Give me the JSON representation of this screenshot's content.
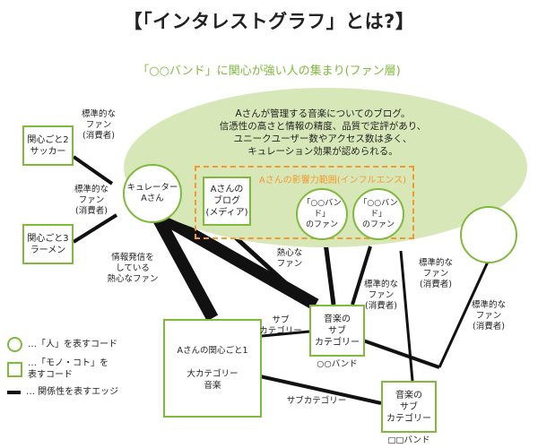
{
  "title": "【「インタレストグラフ」とは?】",
  "subtitle": "「○○バンド」に関心が強い人の集まり(ファン層)",
  "description": "Aさんが管理する音楽についてのブログ。\n信憑性の高さと情報の精度、品質で定評があり、\nユニークユーザー数やアクセス数は多く、\nキュレーション効果が認められる。",
  "influence_label": "Aさんの影響力範囲(インフルエンス)",
  "nodes": {
    "interest2": "関心ごと2\nサッカー",
    "interest3": "関心ごと3\nラーメン",
    "curator": "キュレーター\nAさん",
    "blog": "Aさんの\nブログ\n(メディア)",
    "fan1": "「○○バンド」\nのファン",
    "fan2": "「○○バンド」\nのファン",
    "main_interest": "Aさんの関心ごと1\n\n大カテゴリー\n音楽",
    "sub1": "音楽の\nサブ\nカテゴリー",
    "sub2": "音楽の\nサブ\nカテゴリー"
  },
  "labels": {
    "std_fan_1": "標準的な\nファン\n(消費者)",
    "std_fan_2": "標準的な\nファン\n(消費者)",
    "std_fan_3": "標準的な\nファン\n(消費者)",
    "std_fan_4": "標準的な\nファン\n(消費者)",
    "std_fan_5": "標準的な\nファン\n(消費者)",
    "info_sender": "情報発信を\nしている\n熱心なファン",
    "enthusiast": "熱心な\nファン",
    "sub_category_1": "サブ\nカテゴリー",
    "sub_category_2": "サブカテゴリー",
    "band1": "○○バンド",
    "band2": "□□バンド"
  },
  "legend": {
    "person": "…「人」を表すコード",
    "thing": "…「モノ・コト」を\n表すコード",
    "edge": "… 関係性を表すエッジ"
  },
  "colors": {
    "node_border": "#7fba3c",
    "ellipse_fill": "#d8e7b7",
    "influence": "#f29a2e",
    "edge": "#111111"
  }
}
